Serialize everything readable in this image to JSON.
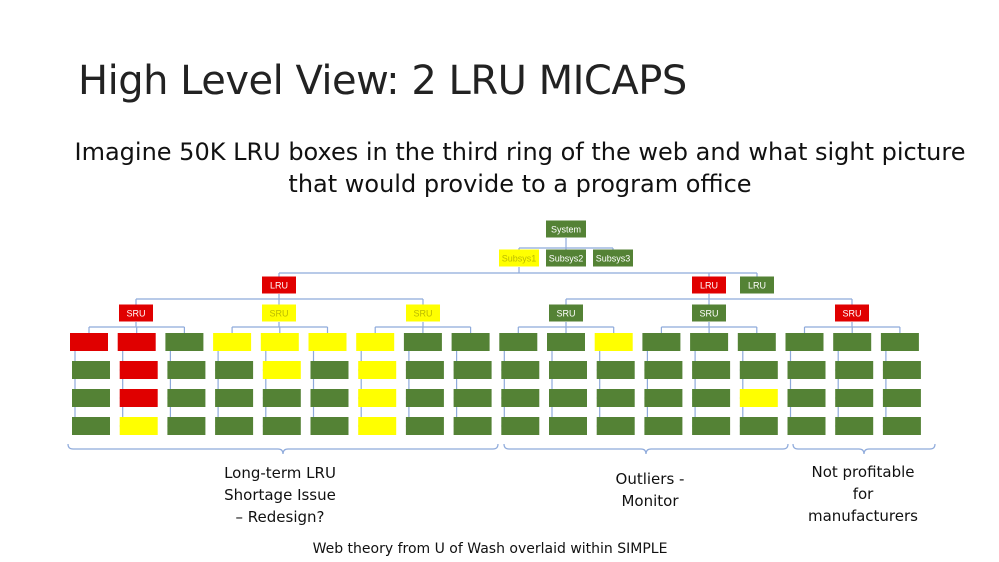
{
  "slide": {
    "title": "High Level View: 2 LRU MICAPS",
    "subtitle_line1": "Imagine 50K LRU boxes in the third ring of the web and what sight picture",
    "subtitle_line2": "that would provide to a program office",
    "caption": "Web theory from U of Wash overlaid within SIMPLE"
  },
  "colors": {
    "green": "#548235",
    "red": "#e00000",
    "yellow": "#ffff00",
    "line": "#8eaadb"
  },
  "diagram": {
    "system": {
      "label": "System",
      "status": "green"
    },
    "subsystems": [
      {
        "label": "Subsys1",
        "status": "yellow"
      },
      {
        "label": "Subsys2",
        "status": "green"
      },
      {
        "label": "Subsys3",
        "status": "green"
      }
    ],
    "lrus": [
      {
        "label": "LRU",
        "status": "red"
      },
      {
        "label": "LRU",
        "status": "red"
      },
      {
        "label": "LRU",
        "status": "green"
      }
    ],
    "srus": [
      {
        "label": "SRU",
        "status": "red"
      },
      {
        "label": "SRU",
        "status": "yellow"
      },
      {
        "label": "SRU",
        "status": "yellow"
      },
      {
        "label": "SRU",
        "status": "green"
      },
      {
        "label": "SRU",
        "status": "green"
      },
      {
        "label": "SRU",
        "status": "red"
      }
    ],
    "columns": [
      [
        "red",
        "green",
        "green",
        "green"
      ],
      [
        "red",
        "red",
        "red",
        "yellow"
      ],
      [
        "green",
        "green",
        "green",
        "green"
      ],
      [
        "yellow",
        "green",
        "green",
        "green"
      ],
      [
        "yellow",
        "yellow",
        "green",
        "green"
      ],
      [
        "yellow",
        "green",
        "green",
        "green"
      ],
      [
        "yellow",
        "yellow",
        "yellow",
        "yellow"
      ],
      [
        "green",
        "green",
        "green",
        "green"
      ],
      [
        "green",
        "green",
        "green",
        "green"
      ],
      [
        "green",
        "green",
        "green",
        "green"
      ],
      [
        "green",
        "green",
        "green",
        "green"
      ],
      [
        "yellow",
        "green",
        "green",
        "green"
      ],
      [
        "green",
        "green",
        "green",
        "green"
      ],
      [
        "green",
        "green",
        "green",
        "green"
      ],
      [
        "green",
        "green",
        "yellow",
        "green"
      ],
      [
        "green",
        "green",
        "green",
        "green"
      ],
      [
        "green",
        "green",
        "green",
        "green"
      ],
      [
        "green",
        "green",
        "green",
        "green"
      ]
    ],
    "groups": [
      {
        "label_lines": [
          "Long-term LRU",
          "Shortage Issue",
          "– Redesign?"
        ]
      },
      {
        "label_lines": [
          "Outliers -",
          "Monitor"
        ]
      },
      {
        "label_lines": [
          "Not profitable",
          "for",
          "manufacturers"
        ]
      }
    ]
  }
}
